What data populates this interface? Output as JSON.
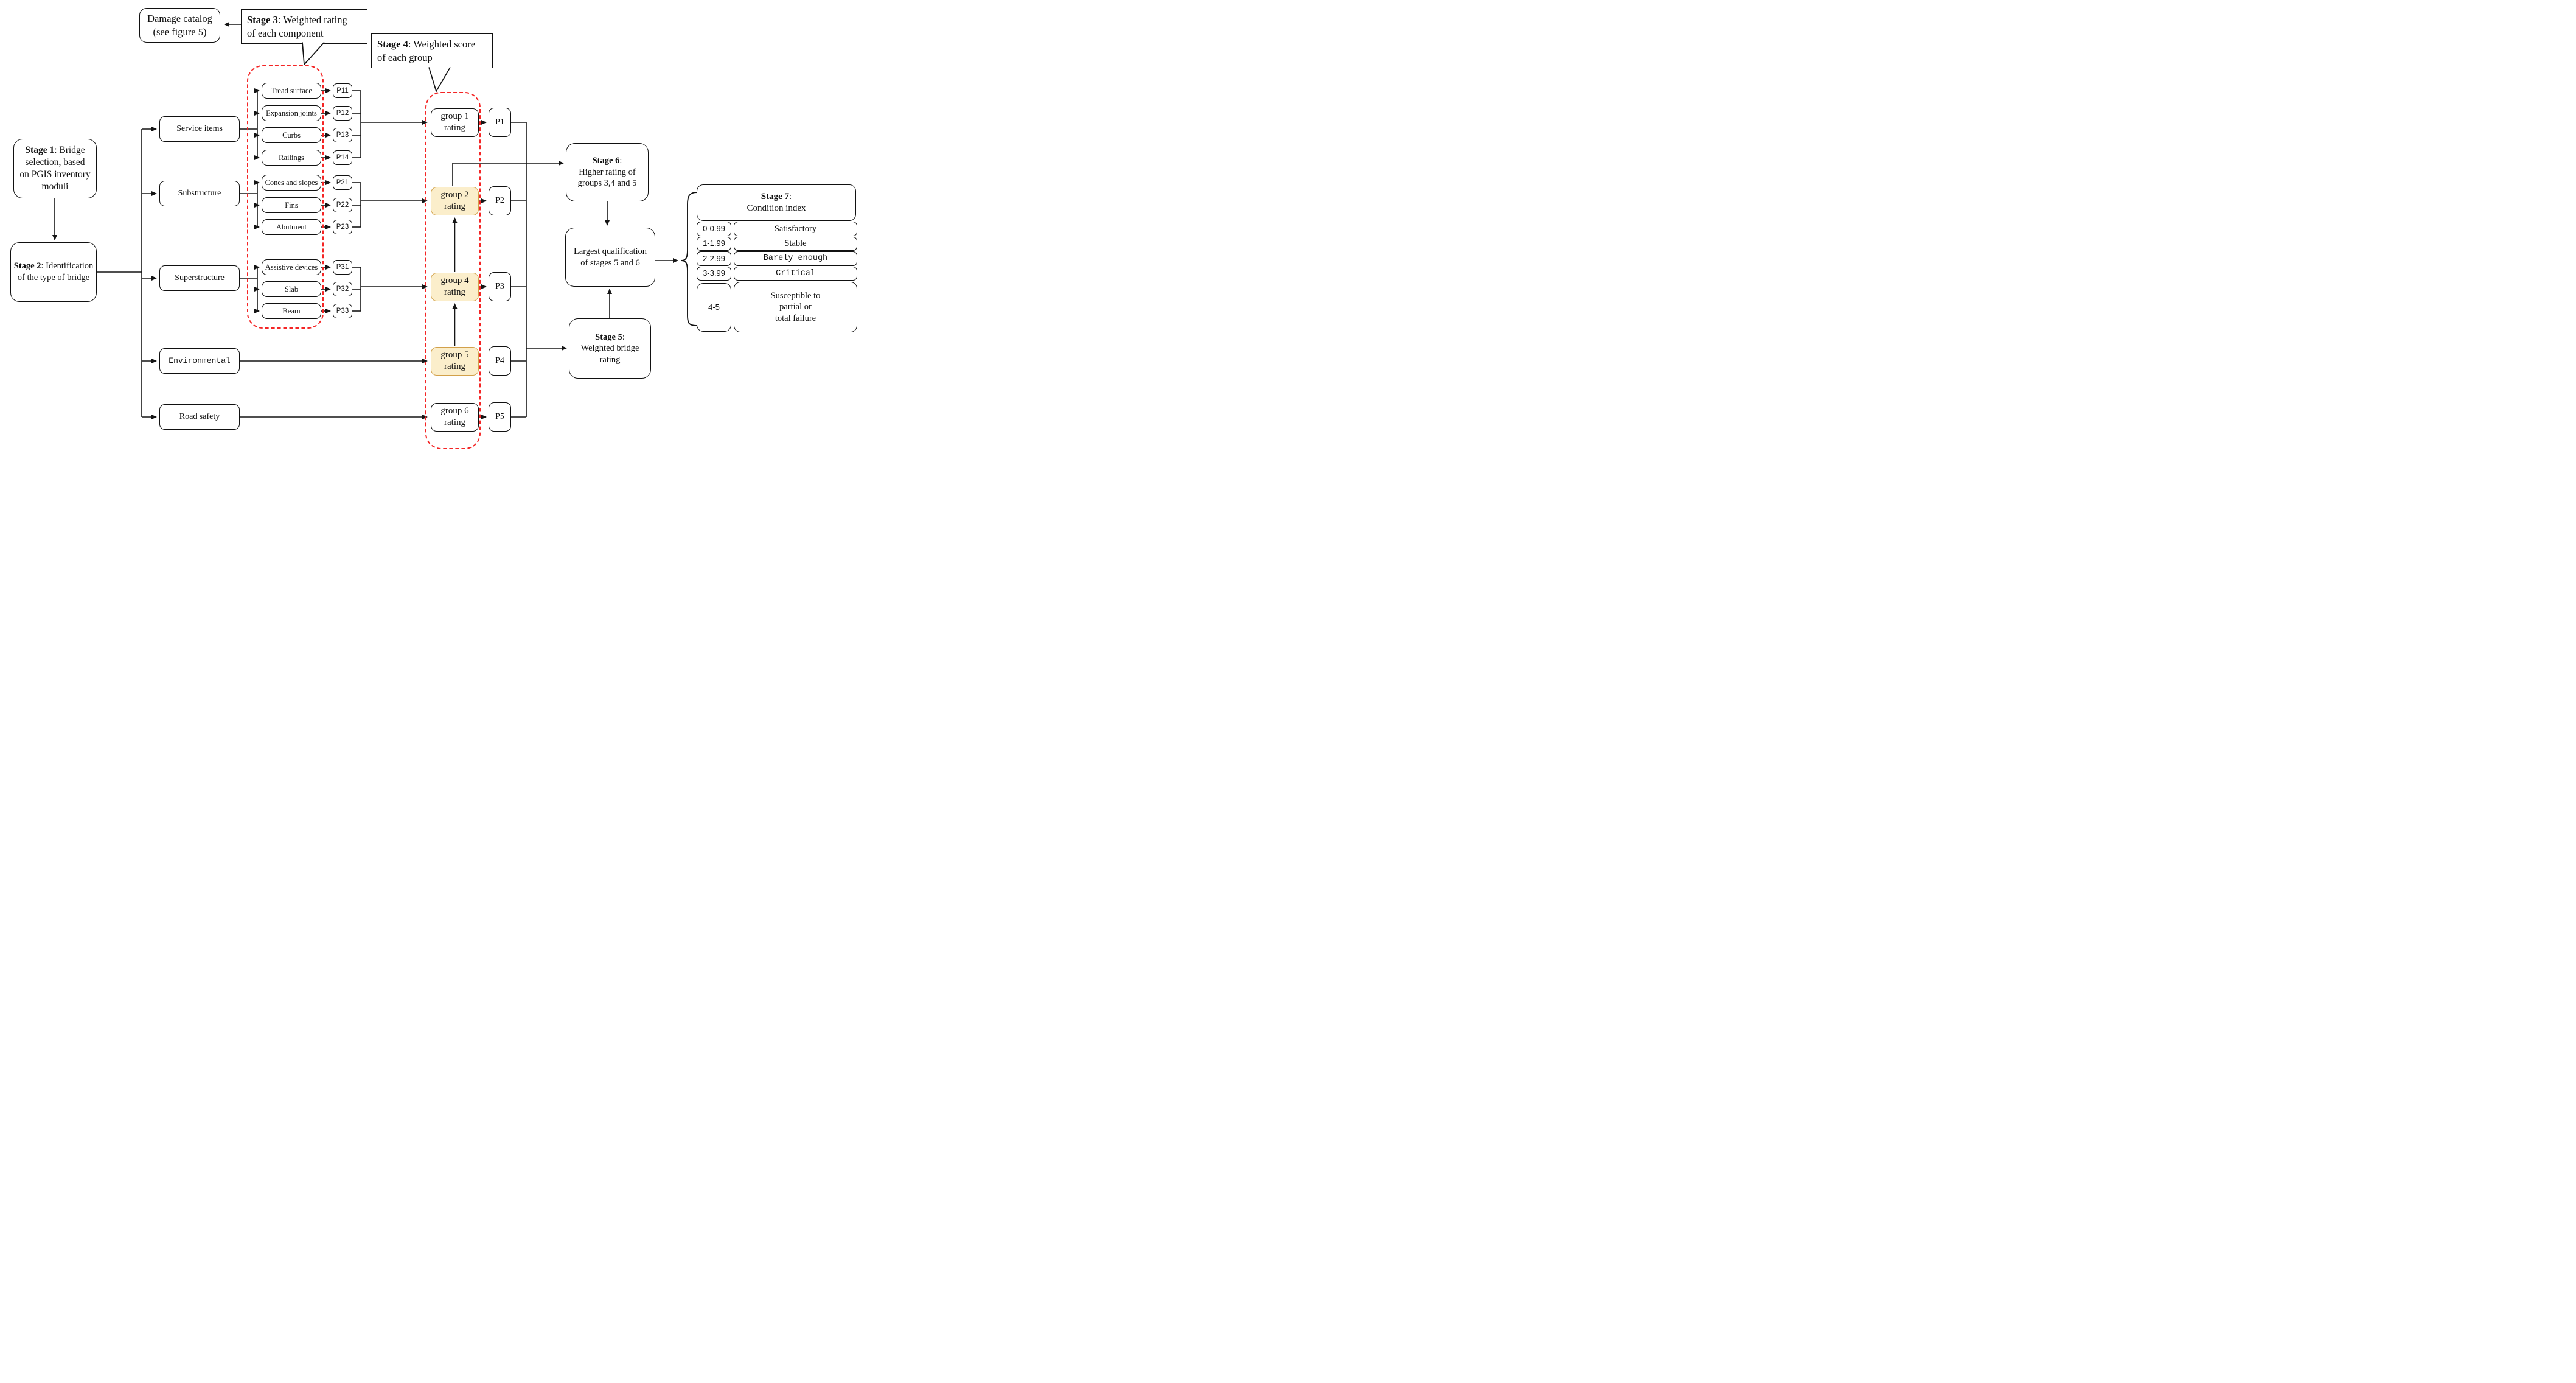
{
  "diagram": {
    "damage_catalog": "Damage catalog\n(see figure 5)",
    "stage3_callout": {
      "prefix": "Stage 3",
      "rest": ": Weighted rating\nof each component"
    },
    "stage4_callout": {
      "prefix": "Stage 4",
      "rest": ": Weighted score\nof each group"
    },
    "stage1": {
      "prefix": "Stage 1",
      "rest": ": Bridge\nselection, based\non PGIS inventory\nmoduli"
    },
    "stage2": {
      "prefix": "Stage 2",
      "rest": ": Identification\nof  the type of bridge"
    },
    "categories": [
      {
        "label": "Service items"
      },
      {
        "label": "Substructure"
      },
      {
        "label": "Superstructure"
      },
      {
        "label": "Environmental"
      },
      {
        "label": "Road safety"
      }
    ],
    "components": [
      {
        "label": "Tread surface"
      },
      {
        "label": "Expansion joints"
      },
      {
        "label": "Curbs"
      },
      {
        "label": "Railings"
      },
      {
        "label": "Cones and slopes"
      },
      {
        "label": "Fins"
      },
      {
        "label": "Abutment"
      },
      {
        "label": "Assistive devices"
      },
      {
        "label": "Slab"
      },
      {
        "label": "Beam"
      }
    ],
    "codes": [
      "P11",
      "P12",
      "P13",
      "P14",
      "P21",
      "P22",
      "P23",
      "P31",
      "P32",
      "P33"
    ],
    "groups": [
      {
        "label": "group 1\nrating",
        "score": "P1"
      },
      {
        "label": "group 2\nrating",
        "score": "P2"
      },
      {
        "label": "group 4\nrating",
        "score": "P3"
      },
      {
        "label": "group 5\nrating",
        "score": "P4"
      },
      {
        "label": "group 6\nrating",
        "score": "P5"
      }
    ],
    "stage6": {
      "prefix": "Stage 6",
      "rest": ":\nHigher rating of\ngroups 3,4 and 5"
    },
    "largest_qualification": "Largest qualification\nof stages 5 and 6",
    "stage5": {
      "prefix": "Stage 5",
      "rest": ":\nWeighted bridge\nrating"
    },
    "stage7_header": {
      "prefix": "Stage 7",
      "rest": ":\nCondition index"
    },
    "condition_rows": [
      {
        "range": "0-0.99",
        "label": "Satisfactory"
      },
      {
        "range": "1-1.99",
        "label": "Stable"
      },
      {
        "range": "2-2.99",
        "label": "Barely enough"
      },
      {
        "range": "3-3.99",
        "label": "Critical"
      },
      {
        "range": "4-5",
        "label": "Susceptible to\npartial or\ntotal failure"
      }
    ],
    "colors": {
      "highlight_fill": "#FBEECB",
      "highlight_border": "#D2A14B",
      "region_dash": "#F42525",
      "line": "#151515"
    }
  }
}
